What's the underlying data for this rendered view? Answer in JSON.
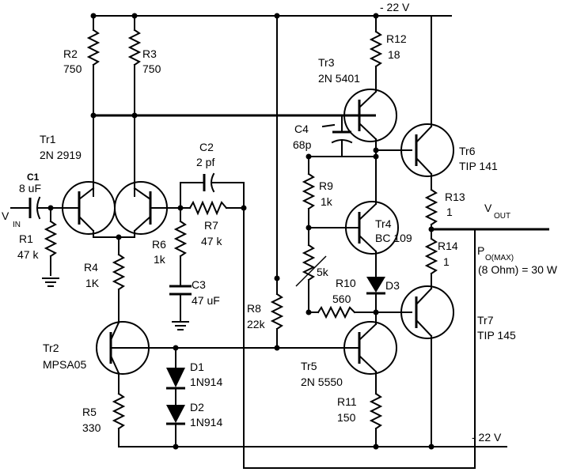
{
  "rails": {
    "top": "- 22 V",
    "bottom": "- 22 V"
  },
  "input": {
    "label": "V",
    "sub": "IN"
  },
  "output": {
    "label": "V",
    "sub": "OUT"
  },
  "power_note": {
    "p": "P",
    "sub": "O(MAX)",
    "line2": "(8 Ohm) = 30 W"
  },
  "components": {
    "R1": {
      "name": "R1",
      "value": "47 k"
    },
    "R2": {
      "name": "R2",
      "value": "750"
    },
    "R3": {
      "name": "R3",
      "value": "750"
    },
    "R4": {
      "name": "R4",
      "value": "1K"
    },
    "R5": {
      "name": "R5",
      "value": "330"
    },
    "R6": {
      "name": "R6",
      "value": "1k"
    },
    "R7": {
      "name": "R7",
      "value": "47 k"
    },
    "R8": {
      "name": "R8",
      "value": "22k"
    },
    "R9": {
      "name": "R9",
      "value": "1k"
    },
    "R10": {
      "name": "R10",
      "value": "560"
    },
    "R11": {
      "name": "R11",
      "value": "150"
    },
    "R12": {
      "name": "R12",
      "value": "18"
    },
    "R13": {
      "name": "R13",
      "value": "1"
    },
    "R14": {
      "name": "R14",
      "value": "1"
    },
    "POT": {
      "value": "5k"
    },
    "C1": {
      "name": "C1",
      "value": "8 uF"
    },
    "C2": {
      "name": "C2",
      "value": "2 pf"
    },
    "C3": {
      "name": "C3",
      "value": "47 uF"
    },
    "C4": {
      "name": "C4",
      "value": "68p"
    },
    "D1": {
      "name": "D1",
      "value": "1N914"
    },
    "D2": {
      "name": "D2",
      "value": "1N914"
    },
    "D3": {
      "name": "D3"
    },
    "Tr1": {
      "name": "Tr1",
      "value": "2N 2919"
    },
    "Tr2": {
      "name": "Tr2",
      "value": "MPSA05"
    },
    "Tr3": {
      "name": "Tr3",
      "value": "2N 5401"
    },
    "Tr4": {
      "name": "Tr4",
      "value": "BC 109"
    },
    "Tr5": {
      "name": "Tr5",
      "value": "2N 5550"
    },
    "Tr6": {
      "name": "Tr6",
      "value": "TIP 141"
    },
    "Tr7": {
      "name": "Tr7",
      "value": "TIP 145"
    }
  }
}
